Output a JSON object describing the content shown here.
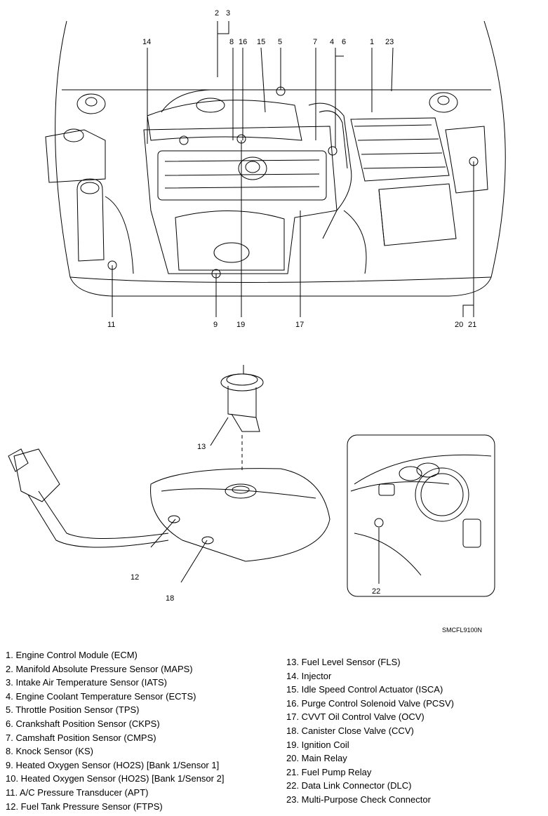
{
  "callouts": {
    "c1": "1",
    "c2": "2",
    "c3": "3",
    "c4": "4",
    "c5": "5",
    "c6": "6",
    "c7": "7",
    "c8": "8",
    "c9": "9",
    "c11": "11",
    "c12": "12",
    "c13": "13",
    "c14": "14",
    "c15": "15",
    "c16": "16",
    "c17": "17",
    "c18": "18",
    "c19": "19",
    "c20": "20",
    "c21": "21",
    "c22": "22",
    "c23": "23"
  },
  "figure_code": "SMCFL9100N",
  "legend_left": [
    "1. Engine Control Module (ECM)",
    "2. Manifold Absolute Pressure Sensor (MAPS)",
    "3. Intake Air Temperature Sensor (IATS)",
    "4. Engine Coolant Temperature Sensor (ECTS)",
    "5. Throttle Position Sensor (TPS)",
    "6. Crankshaft Position Sensor (CKPS)",
    "7. Camshaft Position Sensor (CMPS)",
    "8. Knock Sensor (KS)",
    "9. Heated Oxygen Sensor (HO2S) [Bank 1/Sensor 1]",
    "10. Heated Oxygen Sensor (HO2S) [Bank 1/Sensor 2]",
    "11. A/C Pressure Transducer (APT)",
    "12. Fuel Tank Pressure Sensor (FTPS)"
  ],
  "legend_right": [
    "13. Fuel Level Sensor (FLS)",
    "14. Injector",
    "15. Idle Speed Control Actuator (ISCA)",
    "16. Purge Control Solenoid Valve (PCSV)",
    "17. CVVT Oil Control Valve (OCV)",
    "18. Canister Close Valve (CCV)",
    "19. Ignition Coil",
    "20. Main Relay",
    "21. Fuel Pump Relay",
    "22. Data Link Connector (DLC)",
    "23. Multi-Purpose Check Connector"
  ]
}
